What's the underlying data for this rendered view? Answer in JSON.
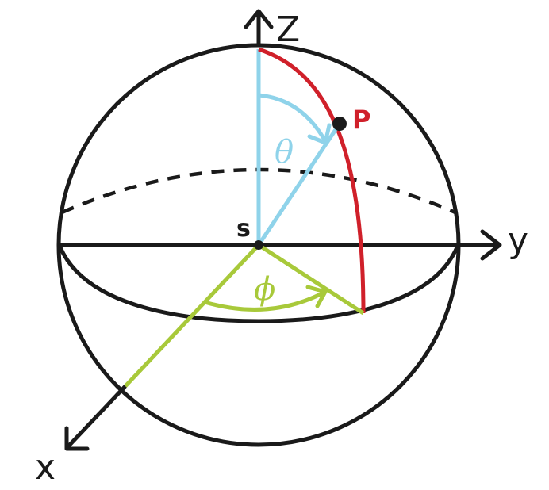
{
  "labels": {
    "z_axis": "Z",
    "y_axis": "y",
    "x_axis": "x",
    "origin": "s",
    "point": "P",
    "theta": "θ",
    "phi": "ϕ"
  },
  "colors": {
    "sphere": "#1a1a1a",
    "theta": "#8fd3ea",
    "phi": "#a8c93a",
    "meridian": "#d0202a",
    "point": "#1a1a1a"
  }
}
